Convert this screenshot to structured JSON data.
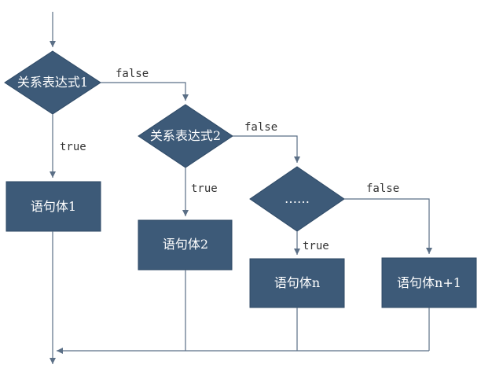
{
  "nodes": {
    "cond1": "关系表达式1",
    "cond2": "关系表达式2",
    "cond3": "……",
    "stmt1": "语句体1",
    "stmt2": "语句体2",
    "stmtn": "语句体n",
    "stmtn1": "语句体n+1"
  },
  "edges": {
    "cond1_false": "false",
    "cond1_true": "true",
    "cond2_false": "false",
    "cond2_true": "true",
    "cond3_false": "false",
    "cond3_true": "true"
  },
  "colors": {
    "shape_fill": "#3d5a78",
    "line": "#5b6f86"
  }
}
